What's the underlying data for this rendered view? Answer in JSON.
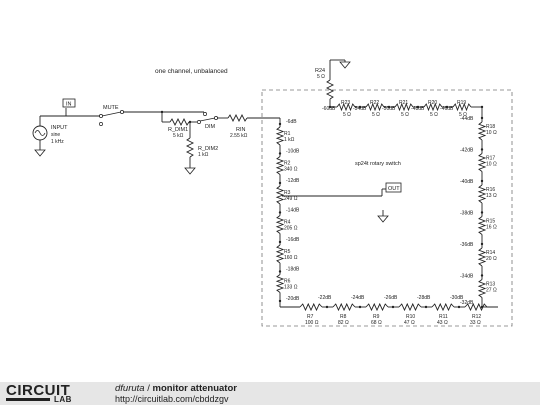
{
  "diagram": {
    "title": "one channel, unbalanced",
    "switch_label": "sp24t rotary switch",
    "input": {
      "name": "INPUT",
      "type": "sine",
      "freq": "1 kHz"
    },
    "labels": {
      "in": "IN",
      "out": "OUT",
      "mute": "MUTE",
      "dim": "DIM"
    },
    "top_parts": [
      {
        "name": "R_DIM1",
        "value": "5 kΩ"
      },
      {
        "name": "R_DIM2",
        "value": "1 kΩ"
      },
      {
        "name": "RIN",
        "value": "2.55 kΩ"
      },
      {
        "name": "R24",
        "value": "5 Ω"
      }
    ],
    "left_chain": [
      {
        "name": "R1",
        "value": "1 kΩ"
      },
      {
        "name": "R2",
        "value": "340 Ω"
      },
      {
        "name": "R3",
        "value": "249 Ω"
      },
      {
        "name": "R4",
        "value": "205 Ω"
      },
      {
        "name": "R5",
        "value": "160 Ω"
      },
      {
        "name": "R6",
        "value": "133 Ω"
      }
    ],
    "left_db": [
      "-6dB",
      "-10dB",
      "-12dB",
      "-14dB",
      "-16dB",
      "-18dB",
      "-20dB"
    ],
    "bottom_chain": [
      {
        "name": "R7",
        "value": "100 Ω"
      },
      {
        "name": "R8",
        "value": "82 Ω"
      },
      {
        "name": "R9",
        "value": "68 Ω"
      },
      {
        "name": "R10",
        "value": "47 Ω"
      },
      {
        "name": "R11",
        "value": "43 Ω"
      },
      {
        "name": "R12",
        "value": "33 Ω"
      }
    ],
    "bottom_db": [
      "-22dB",
      "-24dB",
      "-26dB",
      "-28dB",
      "-30dB"
    ],
    "right_chain": [
      {
        "name": "R18",
        "value": "10 Ω"
      },
      {
        "name": "R17",
        "value": "10 Ω"
      },
      {
        "name": "R16",
        "value": "13 Ω"
      },
      {
        "name": "R15",
        "value": "16 Ω"
      },
      {
        "name": "R14",
        "value": "20 Ω"
      },
      {
        "name": "R13",
        "value": "27 Ω"
      }
    ],
    "right_db": [
      "-44dB",
      "-42dB",
      "-40dB",
      "-38dB",
      "-36dB",
      "-34dB",
      "-32dB"
    ],
    "top_chain": [
      {
        "name": "R23",
        "value": "5 Ω"
      },
      {
        "name": "R22",
        "value": "5 Ω"
      },
      {
        "name": "R21",
        "value": "5 Ω"
      },
      {
        "name": "R20",
        "value": "5 Ω"
      },
      {
        "name": "R19",
        "value": "5 Ω"
      }
    ],
    "top_db": [
      "-60dB",
      "-54dB",
      "-50dB",
      "-48dB",
      "-46dB"
    ]
  },
  "footer": {
    "logo_top": "CIRCUIT",
    "logo_bottom": "LAB",
    "author": "dfuruta",
    "separator": "/",
    "title": "monitor attenuator",
    "url": "http://circuitlab.com/cbddzgv"
  }
}
